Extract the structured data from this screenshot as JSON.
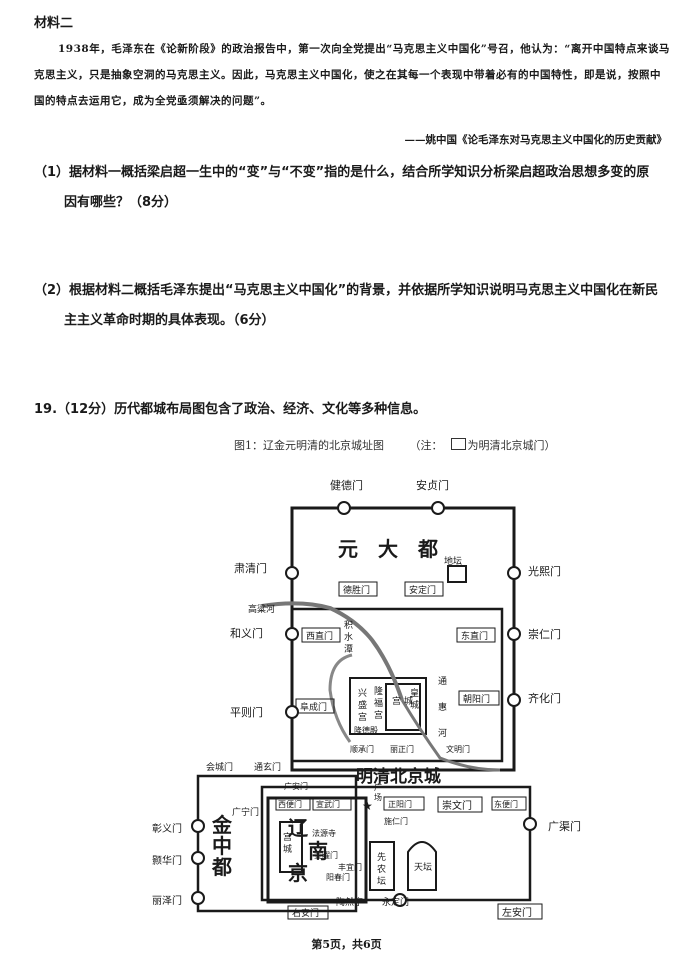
{
  "material_title": "材料二",
  "material_text": "1938年，毛泽东在《论新阶段》的政治报告中，第一次向全党提出“马克思主义中国化”号召，他认为：“离开中国特点来谈马克思主义，只是抽象空洞的马克思主义。因此，马克思主义中国化，使之在其每一个表现中带着必有的中国特性，即是说，按照中国的特点去运用它，成为全党亟须解决的问题”。",
  "material_source": "——姚中国《论毛泽东对马克思主义中国化的历史贡献》",
  "q1": {
    "line1": "（1）据材料一概括梁启超一生中的“变”与“不变”指的是什么，结合所学知识分析梁启超政治思想多变的原",
    "line2": "因有哪些？（8分）"
  },
  "q2": {
    "line1": "（2）根据材料二概括毛泽东提出“马克思主义中国化”的背景，并依据所学知识说明马克思主义中国化在新民",
    "line2": "主主义革命时期的具体表现。（6分）"
  },
  "q19": "19.（12分）历代都城布局图包含了政治、经济、文化等多种信息。",
  "map": {
    "caption": "图1：辽金元明清的北京城址图",
    "note_prefix": "（注：",
    "note_suffix": "为明清北京城门）",
    "cities": {
      "yuan": "元　大　都",
      "ming": "明清北京城",
      "jin_1": "金",
      "jin_2": "中",
      "jin_3": "都",
      "liao_1": "辽",
      "liao_2": "南",
      "liao_3": "京"
    },
    "top_gates": {
      "jiande": "健德门",
      "anzhen": "安贞门"
    },
    "left_gates": {
      "suqing": "肃清门",
      "hewen": "和义门",
      "pingze": "平则门"
    },
    "right_gates": {
      "guangxi": "光熙门",
      "chongren": "崇仁门",
      "qihua": "齐化门"
    },
    "ming_gates": {
      "desheng": "德胜门",
      "anding": "安定门",
      "xizhi": "西直门",
      "dongzhi": "东直门",
      "fucheng": "阜成门",
      "chaoyang": "朝阳门",
      "xibian": "西便门",
      "xuanwu": "宣武门",
      "zhengyang": "正阳门",
      "chongwen": "崇文门",
      "dongbian": "东便门",
      "guangqu": "广渠门",
      "guangan": "广安门",
      "zuoan": "左安门",
      "youan": "右安门",
      "yongding": "永定门"
    },
    "jin_gates": {
      "huicheng": "会城门",
      "tongxuan": "通玄门",
      "zhangyi": "彰义门",
      "hanhua": "颢华门",
      "lize": "丽泽门"
    },
    "liao_gates": {
      "guangning": "广宁门",
      "shiren": "施仁门",
      "fengyi": "丰宜门",
      "yangchun": "阳春门"
    },
    "yuan_gates": {
      "shuncheng": "顺承门",
      "lizheng": "丽正门",
      "wenming": "文明门"
    },
    "misc": {
      "ditan": "地坛",
      "gaoliang": "高粱河",
      "jishui_1": "积",
      "jishui_2": "水",
      "jishui_3": "潭",
      "tonghui_1": "通",
      "tonghui_2": "惠",
      "tonghui_3": "河",
      "xingsheng_1": "兴",
      "xingsheng_2": "盛",
      "xingsheng_3": "宫",
      "gongcheng_1": "宫",
      "gongcheng_2": "城",
      "longfu_1": "隆",
      "longfu_2": "福",
      "longfu_3": "宫",
      "longde": "隆德殿",
      "huangcheng_1": "皇",
      "huangcheng_2": "城",
      "gong_1": "宫",
      "gong_2": "城",
      "fayuan": "法源寺",
      "xuanyao": "宣曜门",
      "xiannong_1": "先",
      "xiannong_2": "农",
      "xiannong_3": "坛",
      "tiantan": "天坛",
      "taoran": "陶然亭",
      "guang_1": "广",
      "guang_2": "场"
    }
  },
  "footer": "第5页，共6页"
}
